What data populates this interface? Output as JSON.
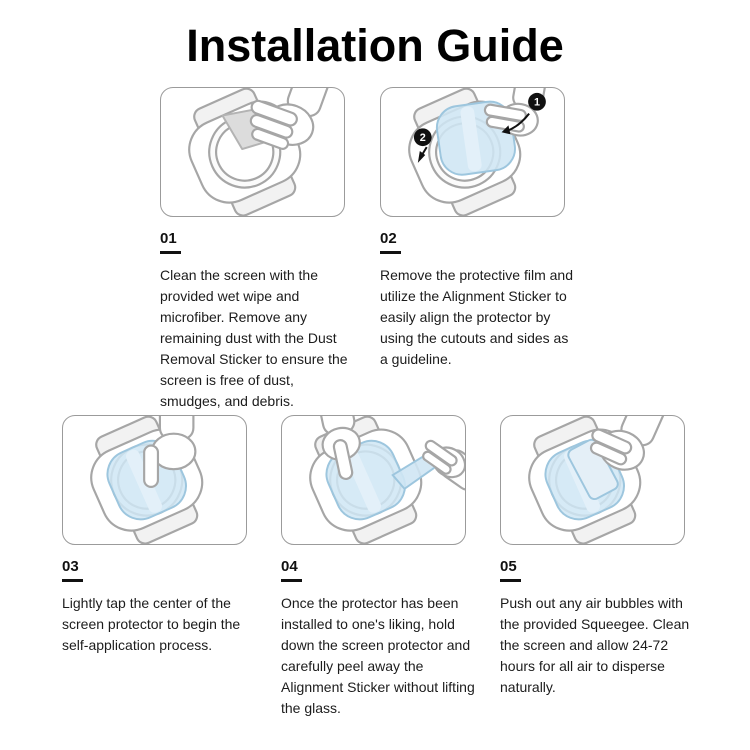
{
  "page": {
    "title": "Installation Guide",
    "background": "#ffffff"
  },
  "steps": [
    {
      "number": "01",
      "text": "Clean the screen with the provided wet wipe and microfiber. Remove any remaining dust with the Dust Removal Sticker to ensure the screen is free of dust, smudges, and debris.",
      "illustration": "hand-cleaning-watch-screen-with-wipe"
    },
    {
      "number": "02",
      "text": "Remove the protective film and utilize the Alignment Sticker to easily align the protector by using the cutouts and sides as a guideline.",
      "illustration": "hand-aligning-protector-with-alignment-sticker",
      "badges": {
        "badge1": "1",
        "badge2": "2"
      }
    },
    {
      "number": "03",
      "text": "Lightly tap the center of the screen protector to begin the self-application process.",
      "illustration": "finger-tapping-center-of-protector"
    },
    {
      "number": "04",
      "text": "Once the protector has been installed to one's liking, hold down the screen protector and carefully peel away the Alignment Sticker without lifting the glass.",
      "illustration": "hand-peeling-alignment-sticker"
    },
    {
      "number": "05",
      "text": "Push out any air bubbles with the provided Squeegee. Clean the screen and allow 24-72 hours for all air to disperse naturally.",
      "illustration": "hand-using-squeegee-on-screen"
    }
  ],
  "colors": {
    "film_blue": "#cfe6f4",
    "film_blue_stroke": "#9dc6de",
    "outline_gray": "#a6a6a6",
    "frame_border": "#9b9b9b",
    "badge_black": "#111111",
    "text": "#1c1c1c"
  }
}
